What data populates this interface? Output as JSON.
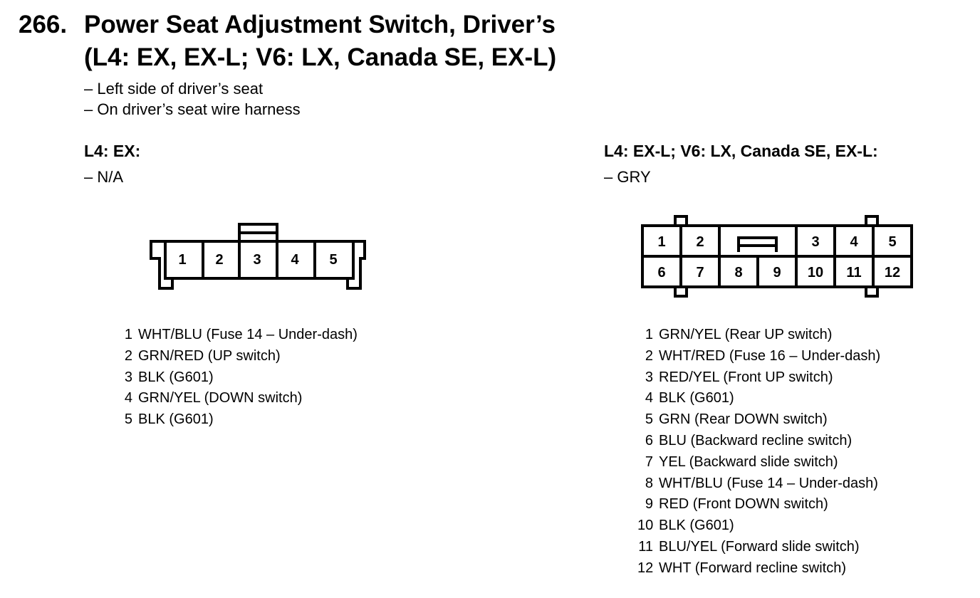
{
  "header": {
    "number": "266.",
    "title_line1": "Power Seat Adjustment Switch, Driver’s",
    "title_line2": "(L4: EX, EX-L; V6: LX, Canada SE, EX-L)"
  },
  "location": [
    "– Left side of driver’s seat",
    "– On driver’s seat wire harness"
  ],
  "left": {
    "heading": "L4: EX:",
    "color": "– N/A",
    "cavities": [
      "1",
      "2",
      "3",
      "4",
      "5"
    ],
    "pins": [
      {
        "num": "1",
        "desc": "WHT/BLU (Fuse 14 – Under-dash)"
      },
      {
        "num": "2",
        "desc": "GRN/RED (UP switch)"
      },
      {
        "num": "3",
        "desc": "BLK (G601)"
      },
      {
        "num": "4",
        "desc": "GRN/YEL (DOWN switch)"
      },
      {
        "num": "5",
        "desc": "BLK (G601)"
      }
    ]
  },
  "right": {
    "heading": "L4: EX-L; V6: LX, Canada SE, EX-L:",
    "color": "– GRY",
    "cavities_top": [
      "1",
      "2",
      "3",
      "4",
      "5"
    ],
    "cavities_bottom": [
      "6",
      "7",
      "8",
      "9",
      "10",
      "11",
      "12"
    ],
    "pins": [
      {
        "num": "1",
        "desc": "GRN/YEL (Rear UP switch)"
      },
      {
        "num": "2",
        "desc": "WHT/RED (Fuse 16 – Under-dash)"
      },
      {
        "num": "3",
        "desc": "RED/YEL (Front UP switch)"
      },
      {
        "num": "4",
        "desc": "BLK (G601)"
      },
      {
        "num": "5",
        "desc": "GRN (Rear DOWN switch)"
      },
      {
        "num": "6",
        "desc": "BLU (Backward recline switch)"
      },
      {
        "num": "7",
        "desc": "YEL (Backward slide switch)"
      },
      {
        "num": "8",
        "desc": "WHT/BLU (Fuse 14 – Under-dash)"
      },
      {
        "num": "9",
        "desc": "RED (Front DOWN switch)"
      },
      {
        "num": "10",
        "desc": "BLK (G601)"
      },
      {
        "num": "11",
        "desc": "BLU/YEL (Forward slide switch)"
      },
      {
        "num": "12",
        "desc": "WHT (Forward recline switch)"
      }
    ]
  }
}
